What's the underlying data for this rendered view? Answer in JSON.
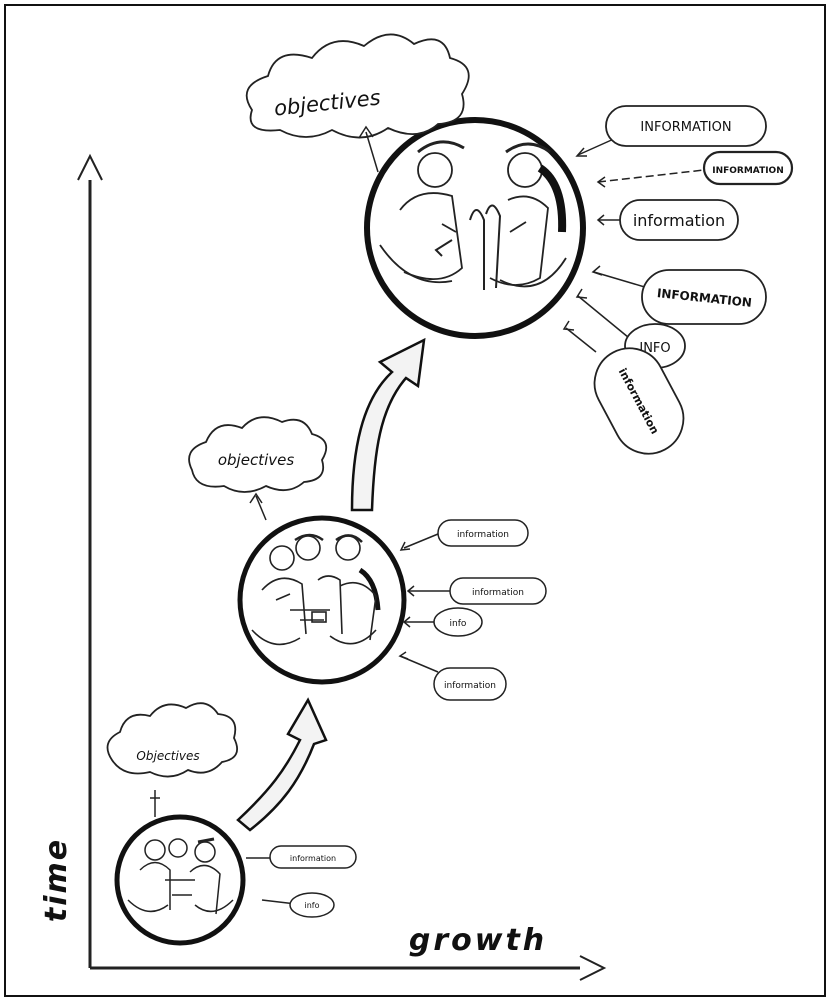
{
  "diagram": {
    "axes": {
      "y_label": "time",
      "x_label": "growth"
    },
    "stages": [
      {
        "name": "stage-1",
        "objective": "Objectives",
        "info_tags": [
          "information",
          "info"
        ]
      },
      {
        "name": "stage-2",
        "objective": "objectives",
        "info_tags": [
          "information",
          "information",
          "info",
          "information"
        ]
      },
      {
        "name": "stage-3",
        "objective": "objectives",
        "info_tags": [
          "INFORMATION",
          "INFORMATION",
          "information",
          "INFORMATION",
          "INFO",
          "information"
        ]
      }
    ]
  }
}
